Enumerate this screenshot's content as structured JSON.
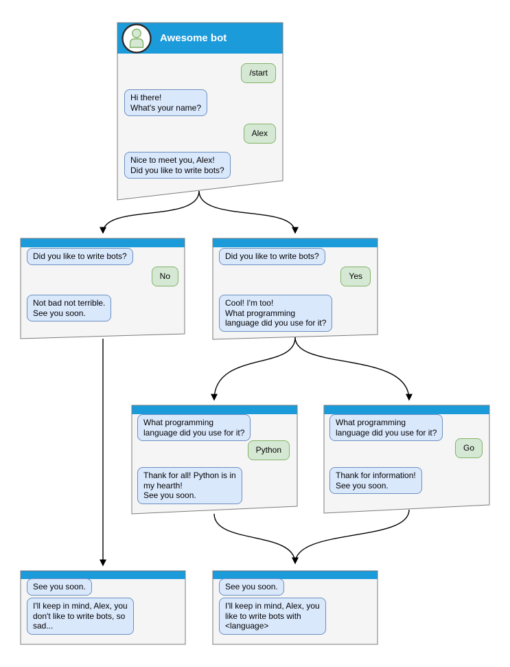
{
  "diagram": {
    "kind": "chatbot-conversation-flowchart",
    "bot_title": "Awesome bot"
  },
  "colors": {
    "header_blue": "#1C9BDB",
    "window_bg": "#F5F5F5",
    "window_border": "#7A7A7A",
    "bot_bubble_bg": "#DAE8FC",
    "bot_bubble_border": "#6C8EBF",
    "user_bubble_bg": "#D5E8D4",
    "user_bubble_border": "#82B366",
    "arrow": "#000000"
  },
  "windows": [
    {
      "id": "start",
      "title": "Awesome bot",
      "messages": [
        {
          "side": "user",
          "text": "/start"
        },
        {
          "side": "bot",
          "text": "Hi there!\nWhat's your name?"
        },
        {
          "side": "user",
          "text": "Alex"
        },
        {
          "side": "bot",
          "text": "Nice to meet you, Alex!\nDid you like to write bots?"
        }
      ]
    },
    {
      "id": "branch-no",
      "messages": [
        {
          "side": "bot",
          "text": "Did you like to write bots?"
        },
        {
          "side": "user",
          "text": "No"
        },
        {
          "side": "bot",
          "text": "Not bad not terrible.\nSee you soon."
        }
      ]
    },
    {
      "id": "branch-yes",
      "messages": [
        {
          "side": "bot",
          "text": "Did you like to write bots?"
        },
        {
          "side": "user",
          "text": "Yes"
        },
        {
          "side": "bot",
          "text": "Cool! I'm too!\nWhat programming\nlanguage did you use for it?"
        }
      ]
    },
    {
      "id": "branch-python",
      "messages": [
        {
          "side": "bot",
          "text": "What programming\nlanguage did you use for it?"
        },
        {
          "side": "user",
          "text": "Python"
        },
        {
          "side": "bot",
          "text": "Thank for all! Python is in\nmy hearth!\nSee you soon."
        }
      ]
    },
    {
      "id": "branch-go",
      "messages": [
        {
          "side": "bot",
          "text": "What programming\nlanguage did you use for it?"
        },
        {
          "side": "user",
          "text": "Go"
        },
        {
          "side": "bot",
          "text": "Thank for information!\nSee you soon."
        }
      ]
    },
    {
      "id": "end-no",
      "messages": [
        {
          "side": "bot",
          "text": "See you soon."
        },
        {
          "side": "bot",
          "text": "I'll keep in mind, Alex, you\ndon't like to write bots, so\nsad..."
        }
      ]
    },
    {
      "id": "end-yes",
      "messages": [
        {
          "side": "bot",
          "text": "See you soon."
        },
        {
          "side": "bot",
          "text": "I'll keep in mind, Alex, you\nlike to write bots with\n<language>"
        }
      ]
    }
  ]
}
